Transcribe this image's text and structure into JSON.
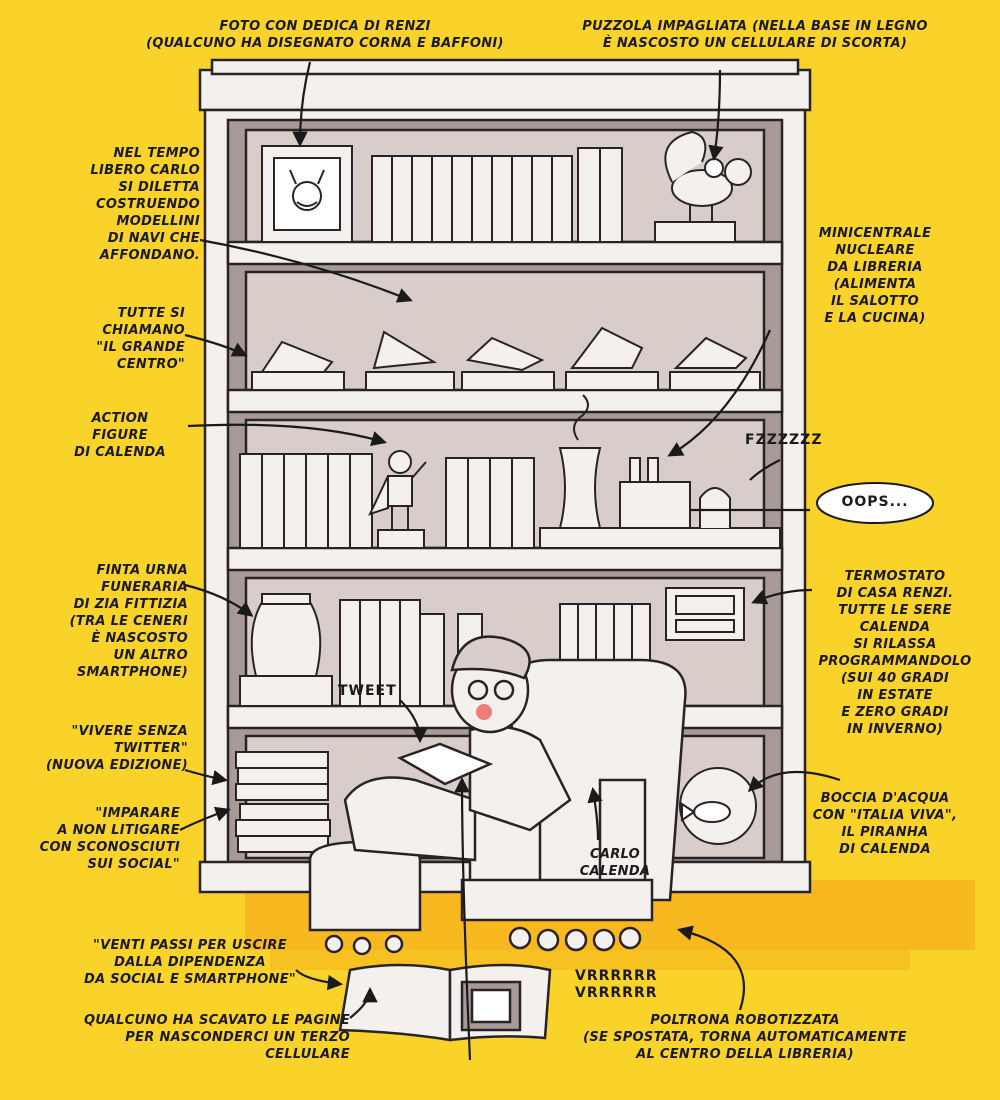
{
  "colors": {
    "background": "#f9d22a",
    "shelf_back": "#d8cdc9",
    "shelf_dark": "#a89b97",
    "outline": "#2a2326",
    "paper": "#f3f0ee",
    "blush": "#f07c7c",
    "accent_orange": "#f39c12"
  },
  "labels": {
    "foto": "FOTO CON DEDICA DI RENZI\n(QUALCUNO HA DISEGNATO CORNA E BAFFONI)",
    "puzzola": "PUZZOLA IMPAGLIATA (NELLA BASE IN LEGNO\nÈ NASCOSTO UN CELLULARE DI SCORTA)",
    "tempo_libero": "NEL TEMPO\nLIBERO CARLO\nSI DILETTA\nCOSTRUENDO\nMODELLINI\nDI NAVI CHE\nAFFONDANO.",
    "grande_centro": "TUTTE SI\nCHIAMANO\n\"IL GRANDE\nCENTRO\"",
    "minicentrale": "MINICENTRALE\nNUCLEARE\nDA LIBRERIA\n(ALIMENTA\nIL SALOTTO\nE LA CUCINA)",
    "action_figure": "ACTION\nFIGURE\nDI CALENDA",
    "fzzz": "FZZZZZZ",
    "oops": "OOPS...",
    "urna": "FINTA URNA\nFUNERARIA\nDI ZIA FITTIZIA\n(TRA LE CENERI\nÈ NASCOSTO\nUN ALTRO\nSMARTPHONE)",
    "termostato": "TERMOSTATO\nDI CASA RENZI.\nTUTTE LE SERE\nCALENDA\nSI RILASSA\nPROGRAMMANDOLO\n(SUI 40 GRADI\nIN ESTATE\nE ZERO GRADI\nIN INVERNO)",
    "tweet": "TWEET",
    "vivere": "\"VIVERE SENZA\nTWITTER\"\n(NUOVA EDIZIONE)",
    "imparare": "\"IMPARARE\nA NON LITIGARE\nCON SCONOSCIUTI\nSUI SOCIAL\"",
    "boccia": "BOCCIA D'ACQUA\nCON \"ITALIA VIVA\",\nIL PIRANHA\nDI CALENDA",
    "carlo": "CARLO\nCALENDA",
    "venti_passi": "\"VENTI PASSI PER USCIRE\nDALLA DIPENDENZA\nDA SOCIAL E SMARTPHONE\"",
    "scavato": "QUALCUNO HA SCAVATO LE PAGINE\nPER NASCONDERCI UN TERZO\nCELLULARE",
    "vrrr": "VRRRRRR\nVRRRRRR",
    "poltrona": "POLTRONA ROBOTIZZATA\n(SE SPOSTATA, TORNA AUTOMATICAMENTE\nAL CENTRO DELLA LIBRERIA)"
  }
}
